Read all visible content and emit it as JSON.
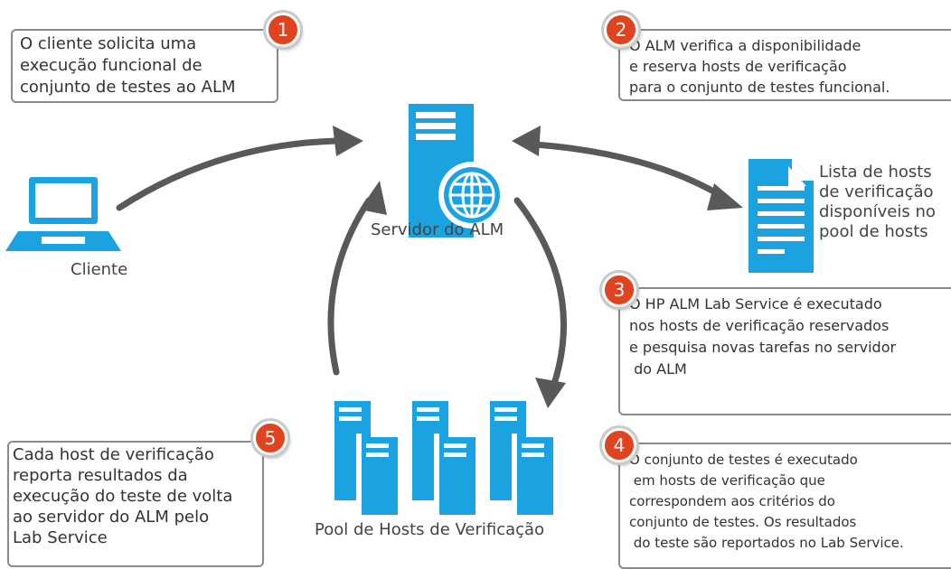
{
  "colors": {
    "accent": "#1aa3e0",
    "badge": "#e0431f",
    "arrow": "#595959",
    "border": "#8a8a8a"
  },
  "steps": [
    {
      "number": "1",
      "text": "O cliente solicita uma\nexecução funcional de\nconjunto de testes ao ALM"
    },
    {
      "number": "2",
      "text": "O ALM verifica a disponibilidade\ne reserva hosts de verificação\npara o conjunto de testes funcional."
    },
    {
      "number": "3",
      "text": "O HP ALM Lab Service é executado\nnos hosts de verificação reservados\ne pesquisa novas tarefas no servidor\n do ALM"
    },
    {
      "number": "4",
      "text": "O conjunto de testes é executado\n em hosts de verificação que\ncorrespondem aos critérios do\nconjunto de testes. Os resultados\n do teste são reportados no Lab Service."
    },
    {
      "number": "5",
      "text": "Cada host de verificação\nreporta resultados da\nexecução do teste de volta\nao servidor do ALM pelo\nLab Service"
    }
  ],
  "nodes": {
    "client": {
      "label": "Cliente",
      "icon": "laptop-icon"
    },
    "server": {
      "label": "Servidor do ALM",
      "icon": "server-globe-icon"
    },
    "host_list": {
      "label": "Lista de hosts\nde verificação\ndisponíveis no\npool de hosts",
      "icon": "document-icon"
    },
    "host_pool": {
      "label": "Pool de Hosts de Verificação",
      "icon": "server-stack-icon"
    }
  }
}
